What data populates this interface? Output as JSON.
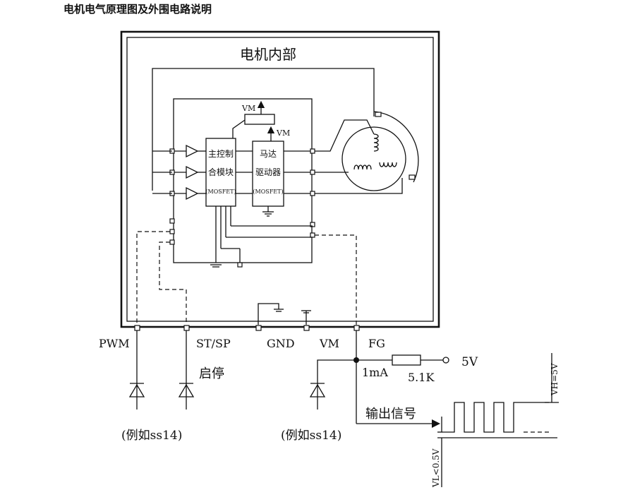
{
  "heading": "电机电气原理图及外围电路说明",
  "motor_interior_title": "电机内部",
  "vm_label_top": "VM",
  "vm_label_driver": "VM",
  "control_module": {
    "line1": "主控制",
    "line2": "合模块",
    "line3": "(MOSFET)"
  },
  "motor_driver": {
    "line1": "马达",
    "line2": "驱动器",
    "line3": "(MOSFET)"
  },
  "pins": [
    "PWM",
    "ST/SP",
    "GND",
    "VM",
    "FG"
  ],
  "start_stop_label": "启停",
  "diode_note_left": "(例如ss14)",
  "diode_note_right": "(例如ss14)",
  "current_label": "1mA",
  "resistor_label": "5.1K",
  "supply_label": "5V",
  "output_signal_label": "输出信号",
  "vh_label": "VH=5V",
  "vl_label": "VL<0.5V"
}
